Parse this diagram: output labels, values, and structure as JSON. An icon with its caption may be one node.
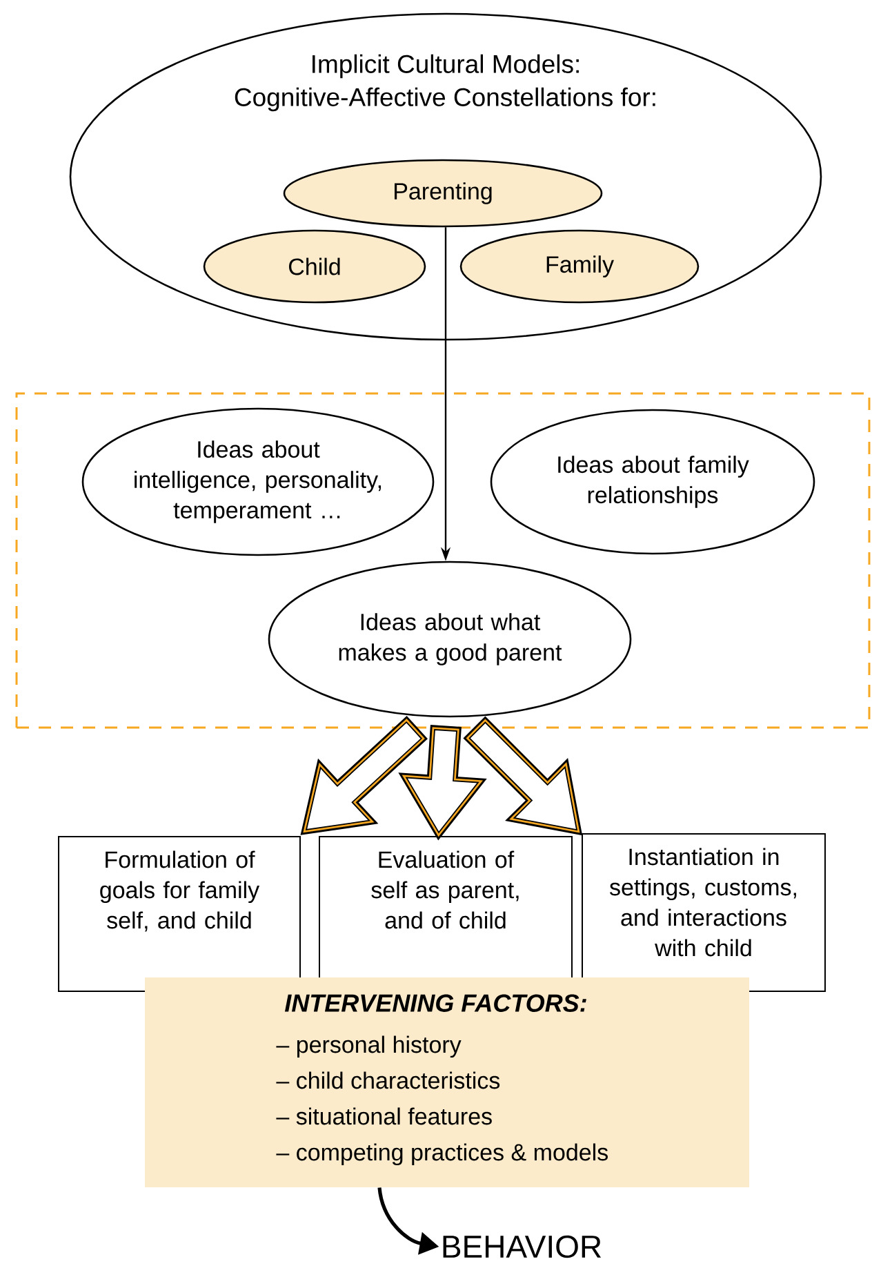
{
  "diagram": {
    "nodes": [
      {
        "text": [
          "Implicit Cultural Models:",
          "Cognitive-Affective Constellations for:"
        ]
      },
      {
        "text": [
          "Parenting"
        ],
        "in": 0
      },
      {
        "text": [
          "Child"
        ],
        "in": 0
      },
      {
        "text": [
          "Family"
        ],
        "in": 0
      },
      {
        "text": [],
        "shape": "box"
      },
      {
        "text": [
          "Ideas about intelligence, personality, temperament …"
        ],
        "in": 4
      },
      {
        "text": [
          "Ideas about family relationships"
        ],
        "in": 4
      },
      {
        "text": [
          "Ideas about what makes a good parent"
        ],
        "in": 4
      },
      {
        "text": [
          "Formulation of goals for family self, and child"
        ]
      },
      {
        "text": [
          "Evaluation of self as parent, and of child"
        ]
      },
      {
        "text": [
          "Instantiation in settings, customs, and interactions with child"
        ]
      },
      {
        "text": [
          "INTERVENING FACTORS:",
          "– personal history",
          "– child characteristics",
          "– situational features",
          "– competing practices & models"
        ]
      },
      {
        "text": [
          "BEHAVIOR"
        ]
      }
    ],
    "edges": [
      {
        "from": 1,
        "to": 7,
        "arrow": "to"
      },
      {
        "from": 7,
        "to": 8,
        "arrow": "to",
        "style": "thick"
      },
      {
        "from": 7,
        "to": 9,
        "arrow": "to",
        "style": "thick"
      },
      {
        "from": 7,
        "to": 10,
        "arrow": "to",
        "style": "thick"
      },
      {
        "from": 11,
        "to": 12,
        "arrow": "to"
      }
    ]
  }
}
